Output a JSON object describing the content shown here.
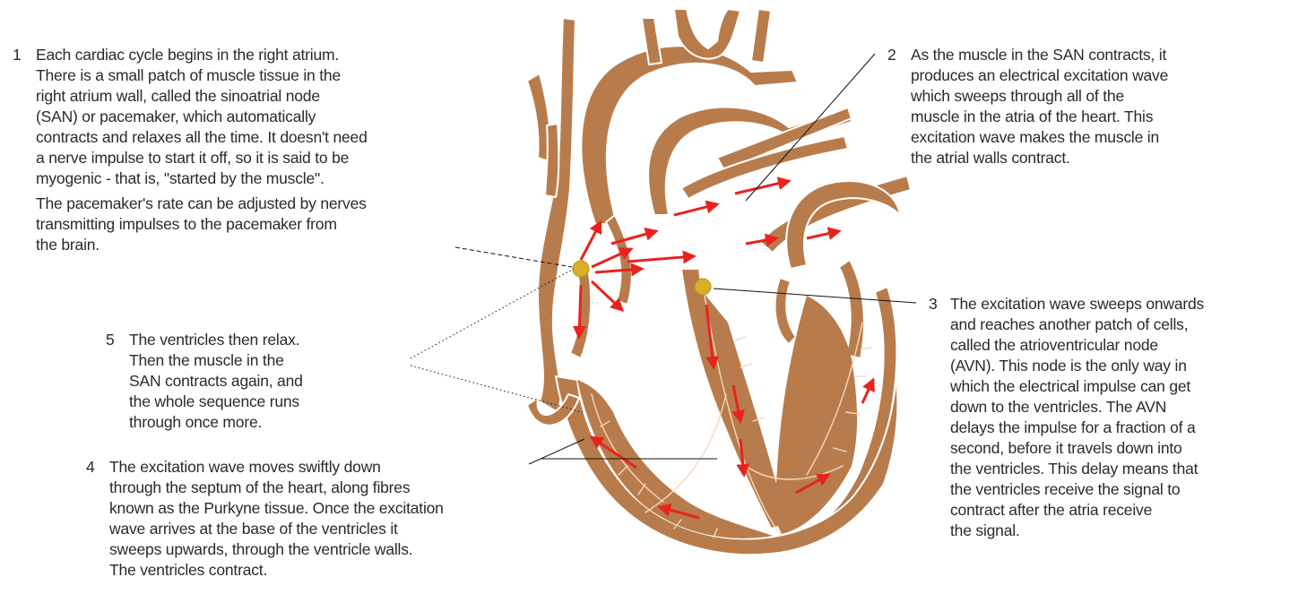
{
  "colors": {
    "heart_fill": "#b87c4c",
    "heart_stroke": "#ffffff",
    "arrow": "#e8231e",
    "node": "#d8b127",
    "purkyne": "#f6d7bd",
    "text": "#2a2a2a",
    "leader_line": "#111111"
  },
  "icons": {
    "arrow": "red-arrow-icon",
    "node": "yellow-node-icon"
  },
  "steps": [
    {
      "number": "1",
      "text": "Each cardiac cycle begins in the right atrium.\nThere is a small patch of muscle tissue in the\nright atrium wall, called the sinoatrial node\n(SAN) or pacemaker, which automatically\ncontracts and relaxes all the time. It doesn't need\na nerve impulse to start it off, so it is said to be\nmyogenic - that is, \"started by the muscle\".",
      "extra": "The pacemaker's rate can be adjusted by nerves\ntransmitting impulses to the pacemaker from\nthe brain."
    },
    {
      "number": "2",
      "text": "As the muscle in the SAN contracts, it\nproduces an electrical excitation wave\nwhich sweeps through all of the\nmuscle in the atria of the heart. This\nexcitation wave makes the muscle in\nthe atrial walls contract."
    },
    {
      "number": "3",
      "text": "The excitation wave sweeps onwards\nand reaches another patch of cells,\ncalled the atrioventricular node\n(AVN). This node is the only way in\nwhich the electrical impulse can get\ndown to the ventricles. The AVN\ndelays the impulse for a fraction of a\nsecond, before it travels down into\nthe ventricles. This delay means that\nthe ventricles receive the signal to\ncontract after the atria receive\nthe signal."
    },
    {
      "number": "4",
      "text": "The excitation wave moves swiftly down\nthrough the septum of the heart, along fibres\nknown as the Purkyne tissue. Once the excitation\nwave arrives at the base of the ventricles it\nsweeps upwards, through the ventricle walls.\nThe ventricles contract."
    },
    {
      "number": "5",
      "text": "The ventricles then relax.\nThen the muscle in the\nSAN contracts again, and\nthe whole sequence runs\nthrough once more."
    }
  ]
}
